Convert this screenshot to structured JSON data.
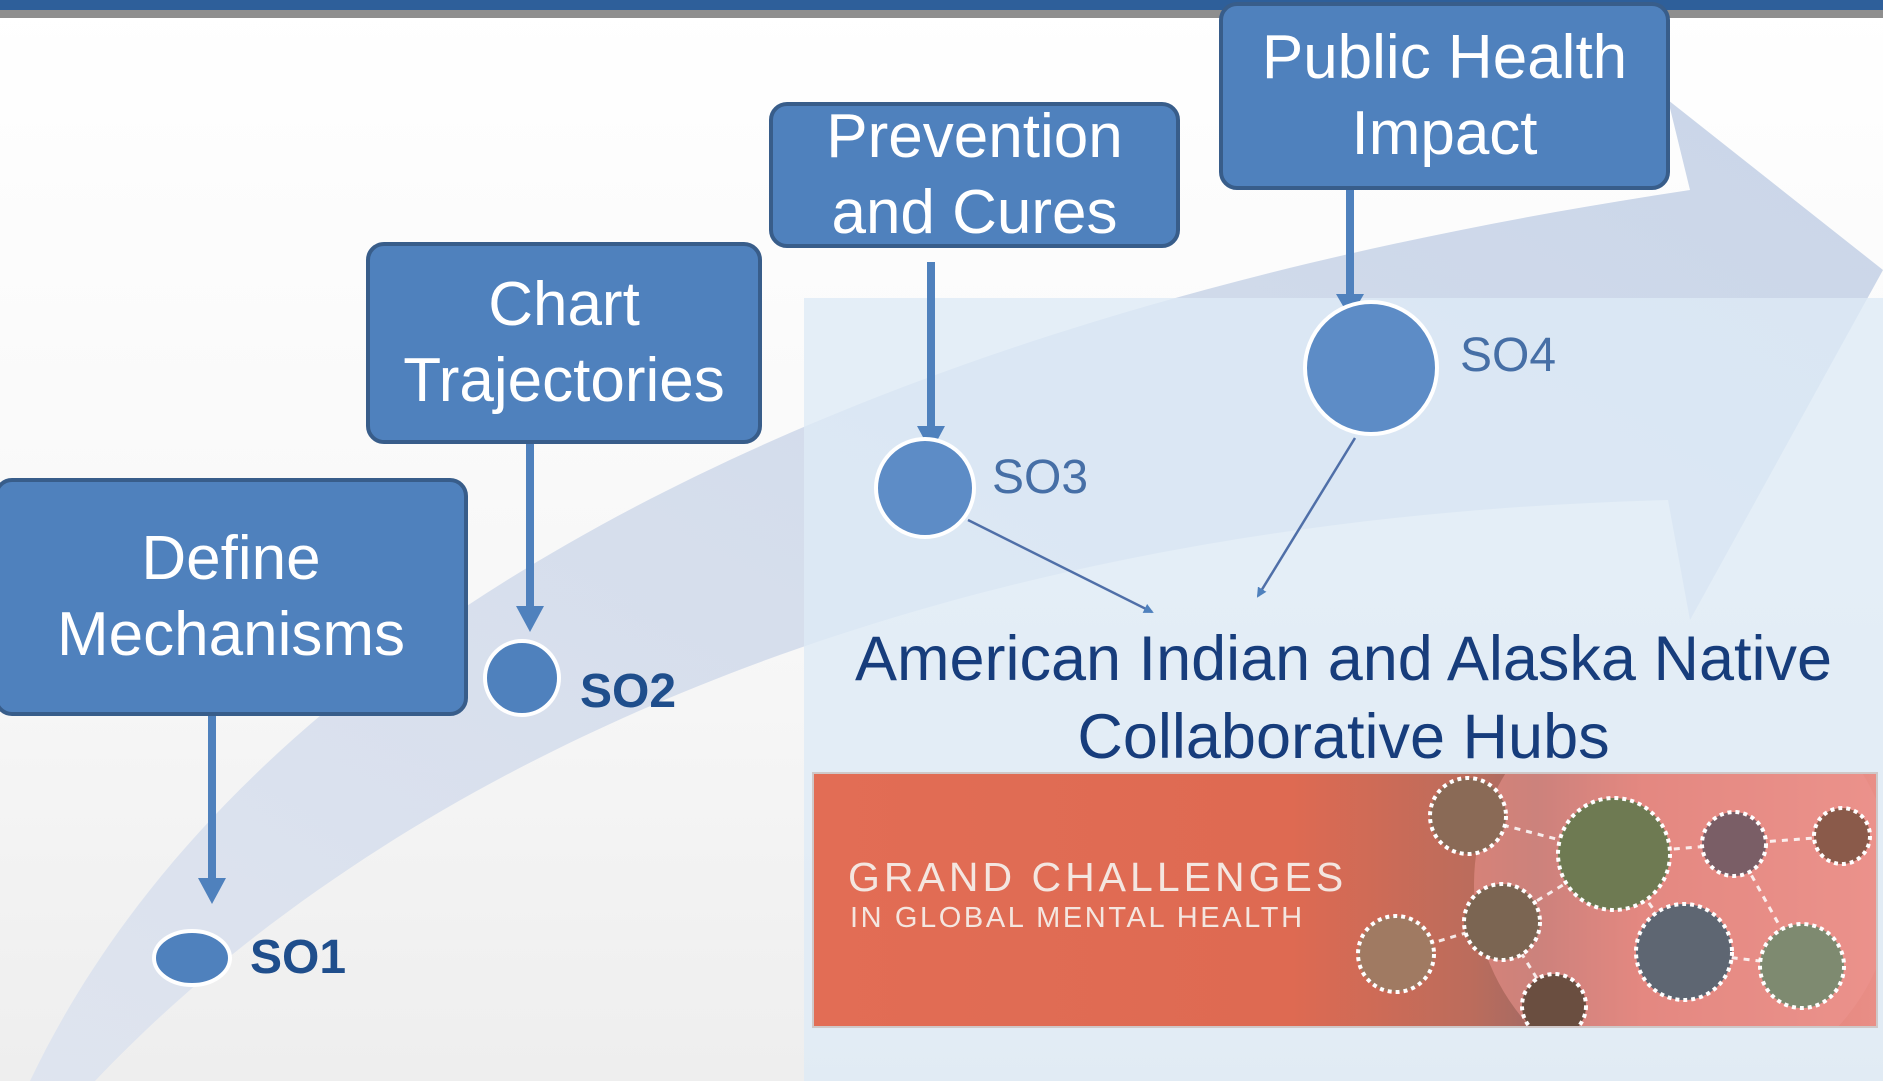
{
  "colors": {
    "accent_box": "#4f81bd",
    "box_border": "#385d8a",
    "arrow": "#4f81bd",
    "hub_text": "#173d7c",
    "banner": "#e26d55"
  },
  "boxes": {
    "define": {
      "line1": "Define",
      "line2": "Mechanisms"
    },
    "chart": {
      "line1": "Chart",
      "line2": "Trajectories"
    },
    "prevention": {
      "line1": "Prevention",
      "line2": "and Cures"
    },
    "public": {
      "line1": "Public Health",
      "line2": "Impact"
    }
  },
  "nodes": {
    "so1": "SO1",
    "so2": "SO2",
    "so3": "SO3",
    "so4": "SO4"
  },
  "hub": {
    "line1": "American Indian and Alaska Native",
    "line2": "Collaborative Hubs"
  },
  "banner": {
    "title": "GRAND CHALLENGES",
    "subtitle": "IN GLOBAL MENTAL HEALTH"
  }
}
